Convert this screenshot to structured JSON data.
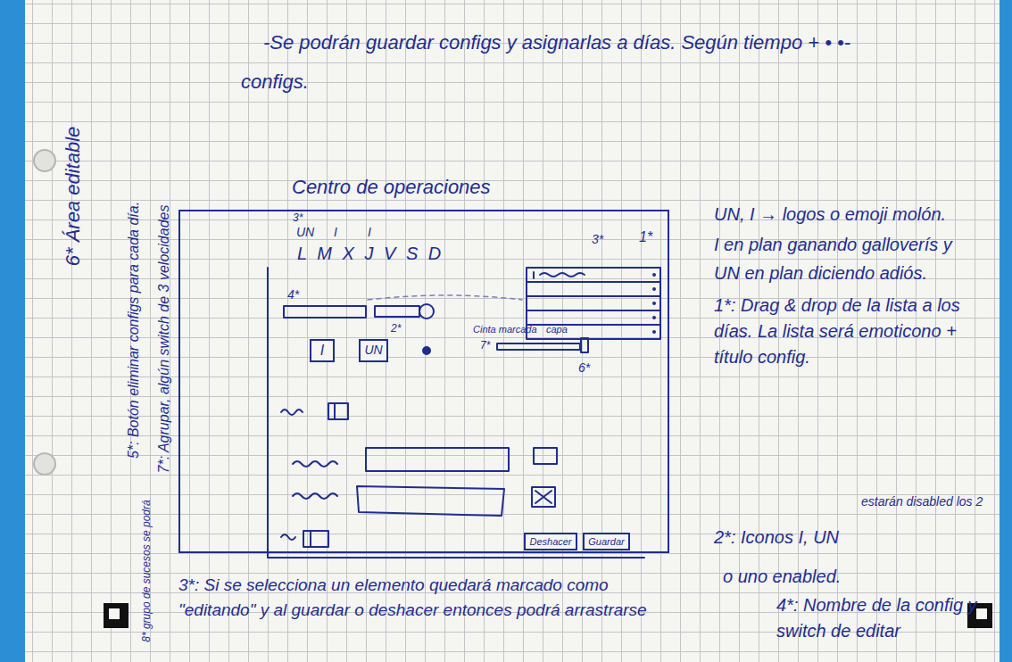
{
  "diagram": {
    "nodes": [
      {
        "text": [
          "Centro de operaciones"
        ]
      },
      {
        "text": [
          "I"
        ],
        "in": 0
      },
      {
        "text": [
          "UN"
        ],
        "in": 0
      },
      {
        "text": [
          "Deshacer"
        ],
        "in": 0
      },
      {
        "text": [
          "Guardar"
        ],
        "in": 0
      }
    ],
    "labels": [
      "-Se podrán guardar configs y asignarlas a días. Según tiempo + • •-",
      "configs.",
      "3*",
      "UN",
      "I",
      "I",
      "L M X J V S D",
      "3*",
      "1*",
      "4*",
      "2*",
      "Cinta marcada",
      "capa",
      "7*",
      "6*",
      "UN, I → logos o emoji molón.",
      "I en plan ganando galloverís y",
      "UN en plan diciendo adiós.",
      "1*: Drag & drop de la lista a los días. La lista será emoticono + título config.",
      "2*: Iconos I, UN",
      "estarán disabled los 2",
      "o uno enabled.",
      "4*: Nombre de la config y switch de editar",
      "3*: Si se selecciona un elemento quedará marcado como \"editando\" y al guardar o deshacer entonces podrá arrastrarse",
      "6* Área editable",
      "5*: Botón eliminar configs para cada día.",
      "7*: Agrupar, algún switch de 3 velocidades",
      "8* grupo de sucesos se podrá"
    ]
  }
}
